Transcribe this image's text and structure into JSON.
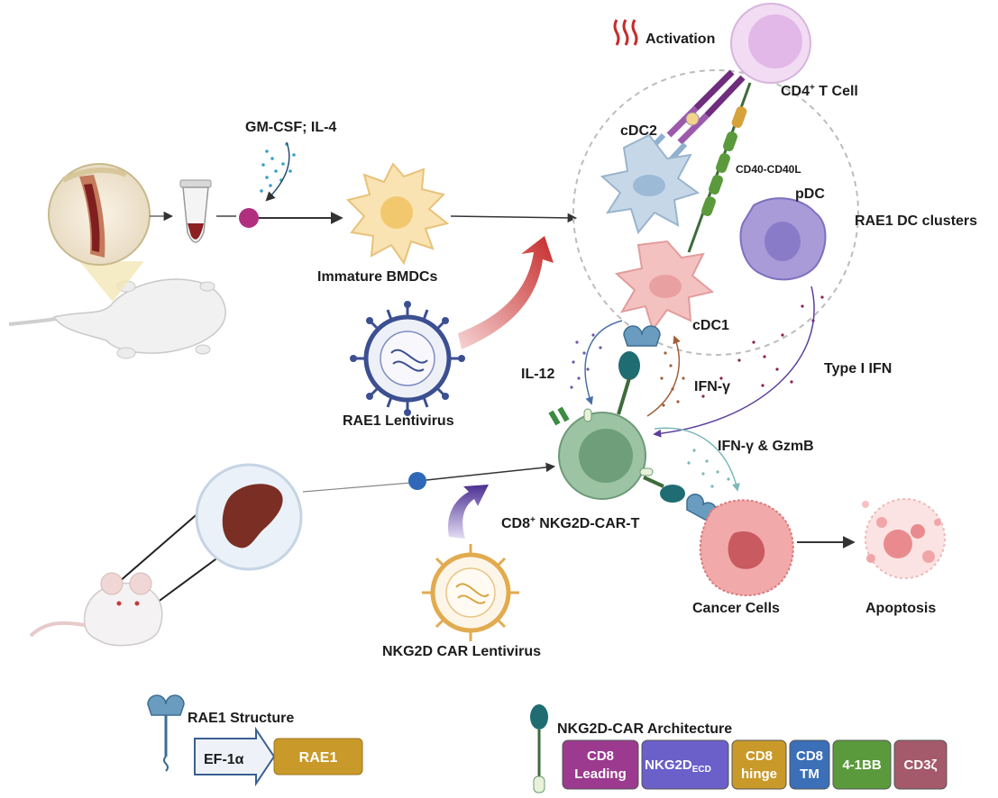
{
  "labels": {
    "activation": "Activation",
    "cd4_t_cell": "CD4",
    "cd4_sup": "+",
    "cd4_suffix": " T Cell",
    "gm_csf": "GM-CSF; IL-4",
    "cdc2": "cDC2",
    "cd40": "CD40-CD40L",
    "pdc": "pDC",
    "rae1_dc_clusters": "RAE1 DC clusters",
    "immature_bmdcs": "Immature BMDCs",
    "cdc1": "cDC1",
    "il12": "IL-12",
    "ifn_gamma": "IFN-γ",
    "type1_ifn": "Type I IFN",
    "rae1_lentivirus": "RAE1 Lentivirus",
    "ifn_gzmb": "IFN-γ & GzmB",
    "cd8_prefix": "CD8",
    "cd8_sup": "+",
    "cd8_suffix": " NKG2D-CAR-T",
    "cancer_cells": "Cancer Cells",
    "apoptosis": "Apoptosis",
    "nkg2d_car_lentivirus": "NKG2D CAR Lentivirus",
    "rae1_structure": "RAE1 Structure",
    "ef1a": "EF-1α",
    "nkg2d_car_architecture": "NKG2D-CAR Architecture"
  },
  "rae1_construct": {
    "promoter": "EF-1α",
    "gene": "RAE1"
  },
  "car_segments": [
    {
      "line1": "CD8",
      "line2": "Leading",
      "color": "#9b3a8f"
    },
    {
      "line1": "NKG2D",
      "sub": "ECD",
      "color": "#6b5fc9"
    },
    {
      "line1": "CD8",
      "line2": "hinge",
      "color": "#c99a2a"
    },
    {
      "line1": "CD8",
      "line2": "TM",
      "color": "#3b6fb8"
    },
    {
      "line1": "4-1BB",
      "color": "#5a9a3c"
    },
    {
      "line1": "CD3ζ",
      "color": "#a45a6a"
    }
  ],
  "colors": {
    "t_cell": "#e9c8ee",
    "cdc2": "#bcd0e2",
    "pdc": "#9c8fd0",
    "cdc1": "#f2b7b7",
    "car_t": "#7fae8a",
    "cancer": "#e58e90",
    "arrow_red": "#c62c2c",
    "arrow_purple": "#5a3f9c",
    "lentivirus_blue": "#3b4f91",
    "lentivirus_gold": "#d9a441"
  }
}
